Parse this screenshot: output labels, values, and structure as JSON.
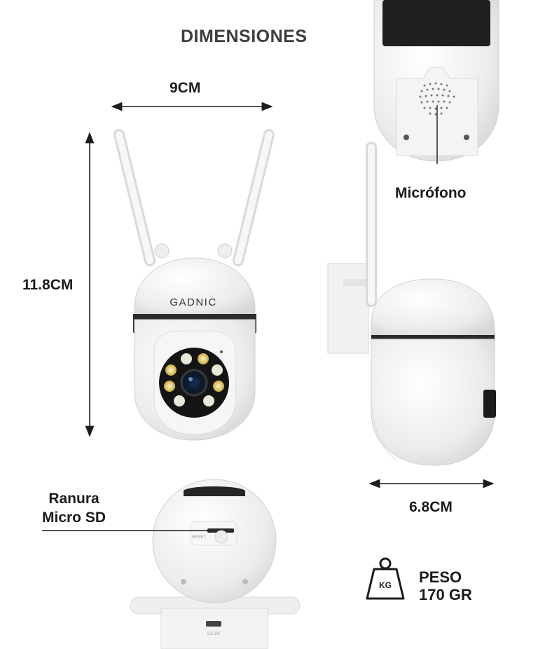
{
  "title": "DIMENSIONES",
  "dimensions": {
    "width": "9CM",
    "height": "11.8CM",
    "depth": "6.8CM"
  },
  "callouts": {
    "microphone": "Micrófono",
    "sd_slot_line1": "Ranura",
    "sd_slot_line2": "Micro SD"
  },
  "weight": {
    "icon_text": "KG",
    "label": "PESO",
    "value": "170 GR",
    "icon": "weight-kg-icon"
  },
  "camera": {
    "brand": "GADNIC",
    "reset_text": "RESET",
    "power_text": "DC  5V"
  },
  "colors": {
    "body": "#f2f2f2",
    "accent_dark": "#2a2a2a",
    "text": "#1c1c1c"
  }
}
